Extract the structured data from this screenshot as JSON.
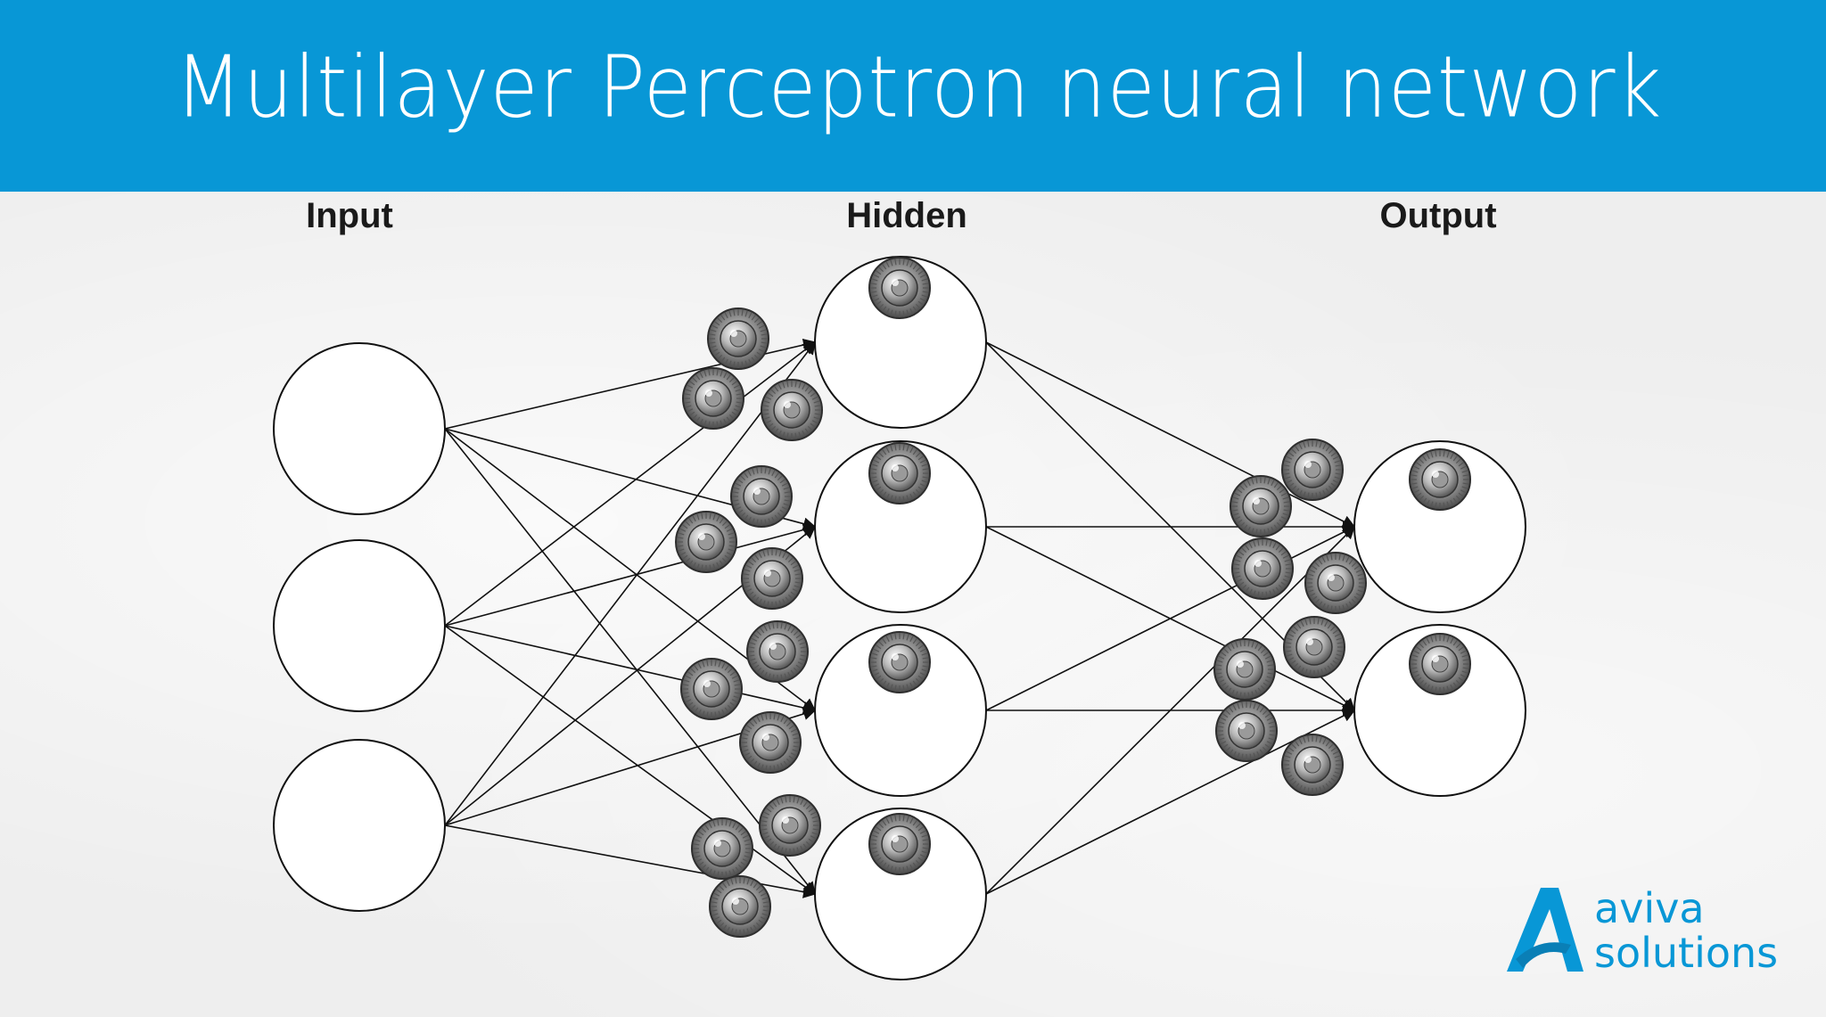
{
  "header": {
    "title": "Multilayer Perceptron neural network"
  },
  "layers": [
    {
      "label": "Input"
    },
    {
      "label": "Hidden"
    },
    {
      "label": "Output"
    }
  ],
  "logo": {
    "line1": "aviva",
    "line2": "solutions"
  },
  "colors": {
    "header": "#0897d6",
    "brand": "#0897d6",
    "line": "#111111"
  },
  "icons": {
    "weight_knob": "knob-icon"
  }
}
